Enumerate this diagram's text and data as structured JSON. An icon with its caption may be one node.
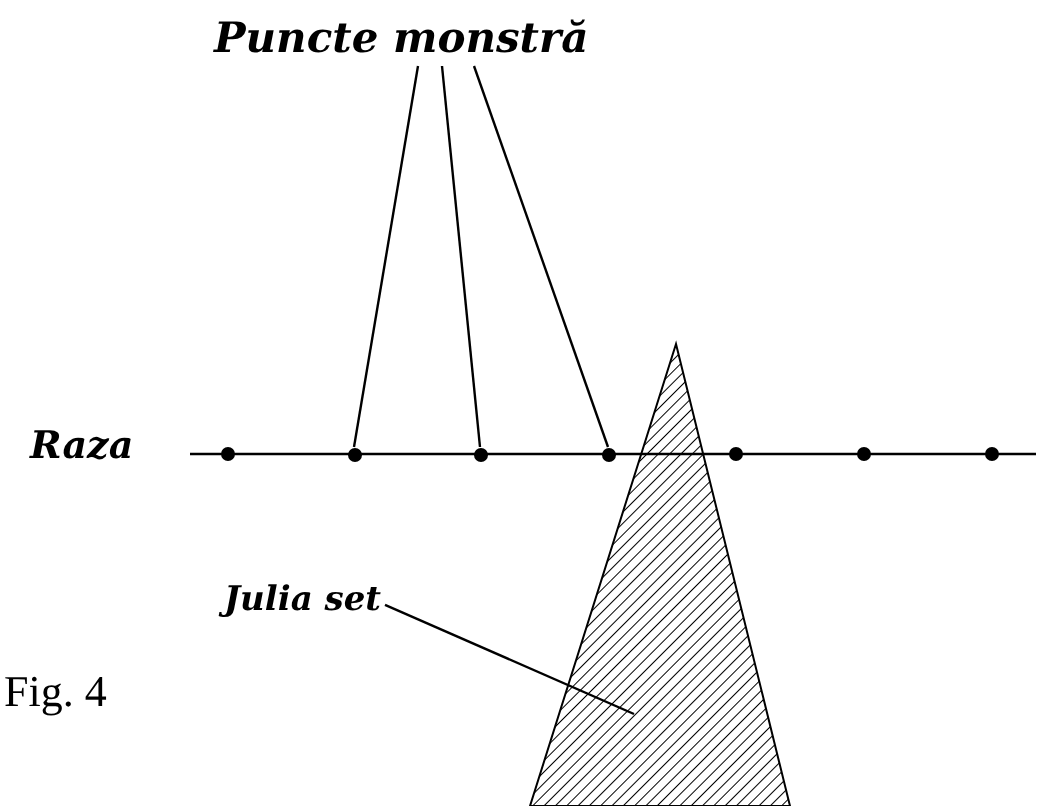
{
  "diagram": {
    "nodes": [
      {
        "text": [
          "Puncte monstră"
        ]
      },
      {
        "text": [],
        "shape": "circle"
      },
      {
        "text": [],
        "shape": "circle"
      },
      {
        "text": [],
        "shape": "circle"
      },
      {
        "text": [
          "Julia set"
        ]
      },
      {
        "text": [],
        "shape": "triangle"
      }
    ],
    "edges": [
      {
        "from": 0,
        "to": 1,
        "arrow": "none"
      },
      {
        "from": 0,
        "to": 2,
        "arrow": "none"
      },
      {
        "from": 0,
        "to": 3,
        "arrow": "none"
      },
      {
        "from": 4,
        "to": 5,
        "arrow": "none"
      }
    ],
    "labels": [
      "Raza",
      "Fig. 4"
    ]
  }
}
